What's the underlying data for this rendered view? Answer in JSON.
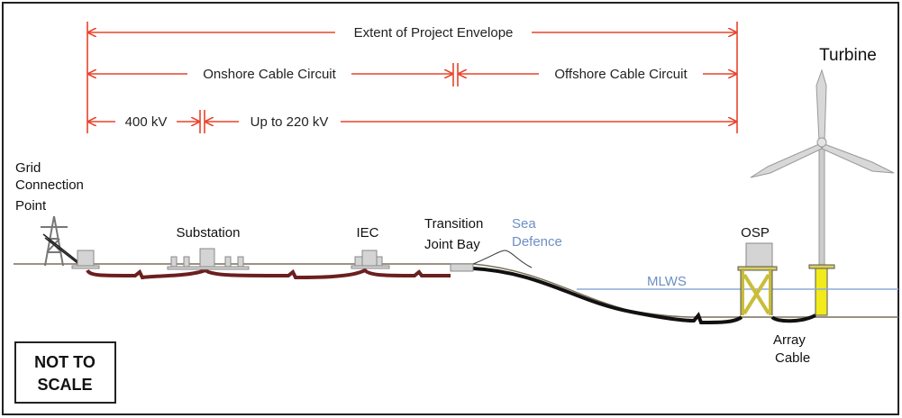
{
  "title": "Turbine",
  "scale_note": [
    "NOT TO",
    "SCALE"
  ],
  "extents": {
    "project": "Extent of Project Envelope",
    "onshore": "Onshore Cable Circuit",
    "offshore": "Offshore Cable Circuit",
    "kv400": "400 kV",
    "kv220": "Up to 220 kV"
  },
  "labels": {
    "grid": [
      "Grid",
      "Connection",
      "Point"
    ],
    "substation": "Substation",
    "iec": "IEC",
    "tjb": [
      "Transition",
      "Joint Bay"
    ],
    "sea_defence": [
      "Sea",
      "Defence"
    ],
    "mlws": "MLWS",
    "osp": "OSP",
    "array_cable": [
      "Array",
      "Cable"
    ]
  },
  "colors": {
    "arrow": "#e8432b",
    "cable": "#6b1f1f",
    "sea": "#8eaad6",
    "foundation": "#e8e04a"
  }
}
